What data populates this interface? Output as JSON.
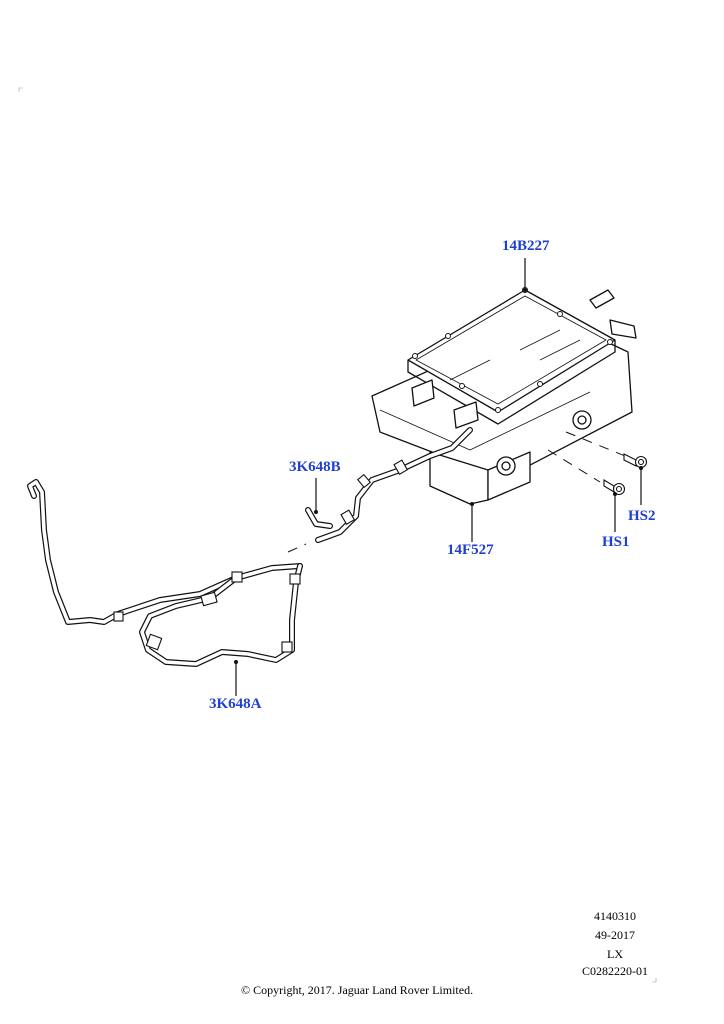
{
  "callouts": {
    "p14B227": "14B227",
    "p3K648B": "3K648B",
    "p14F527": "14F527",
    "pHS2": "HS2",
    "pHS1": "HS1",
    "p3K648A": "3K648A"
  },
  "meta": {
    "number": "4140310",
    "date": "49-2017",
    "model": "LX",
    "code": "C0282220-01"
  },
  "copyright": "© Copyright, 2017. Jaguar Land Rover Limited.",
  "colors": {
    "callout": "#1f3fd1",
    "line": "#111111"
  }
}
